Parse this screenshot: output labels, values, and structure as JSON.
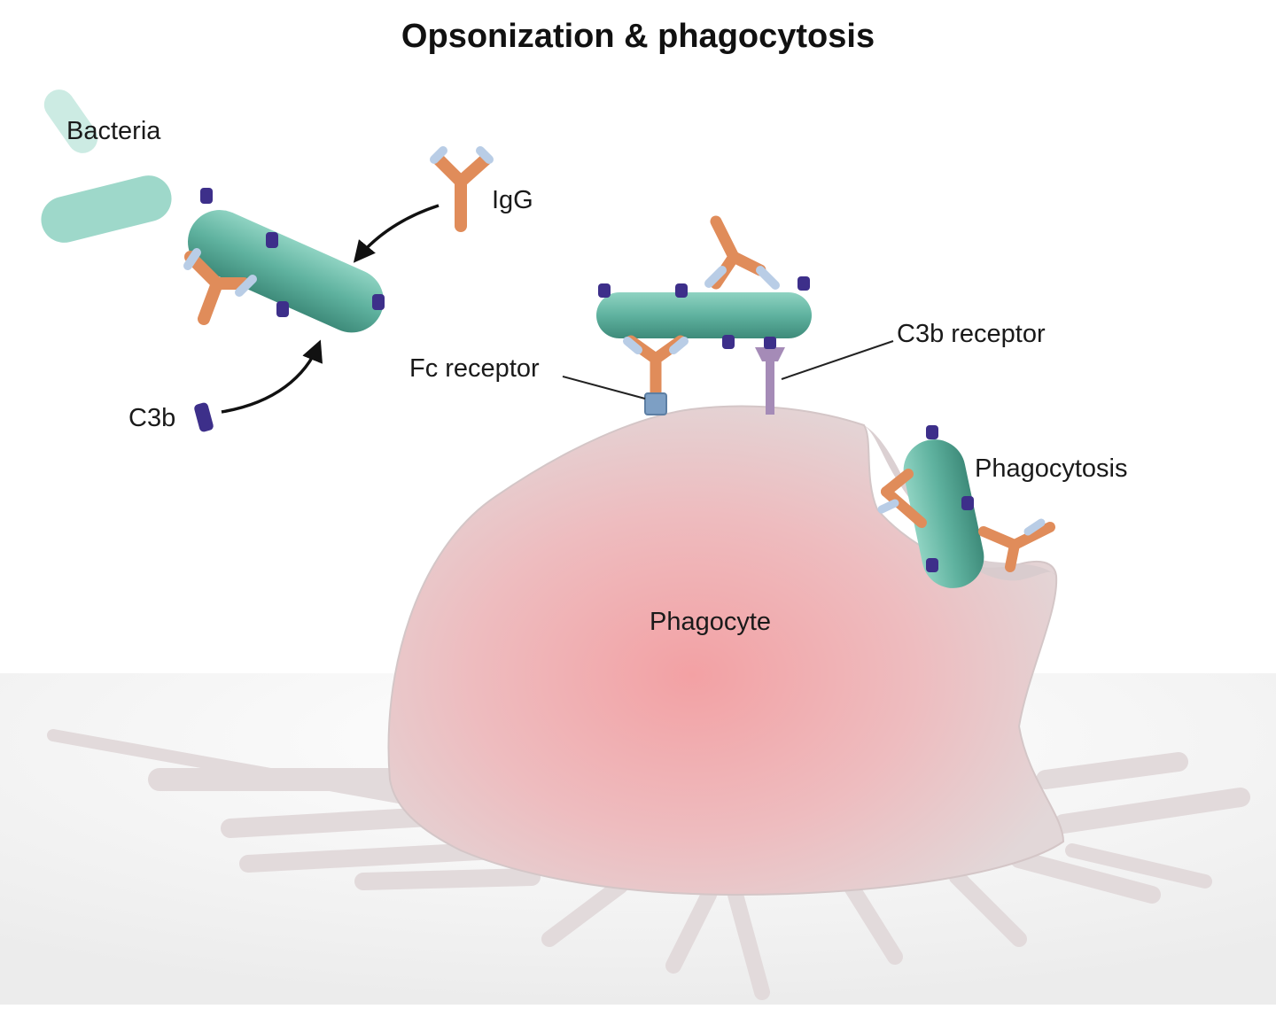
{
  "title": "Opsonization & phagocytosis",
  "labels": {
    "bacteria": "Bacteria",
    "igg": "IgG",
    "c3b": "C3b",
    "fc_receptor": "Fc receptor",
    "c3b_receptor": "C3b receptor",
    "phagocytosis": "Phagocytosis",
    "phagocyte": "Phagocyte"
  },
  "colors": {
    "bacterium": "#5fb8a4",
    "c3b": "#3d2f8a",
    "igg_heavy": "#e08c5a",
    "igg_light": "#b9cde6",
    "fc_receptor": "#7d9fc4",
    "c3b_receptor": "#a58bb7",
    "cell_core": "#f2a3a6",
    "cell_edge": "#e6dadb"
  }
}
